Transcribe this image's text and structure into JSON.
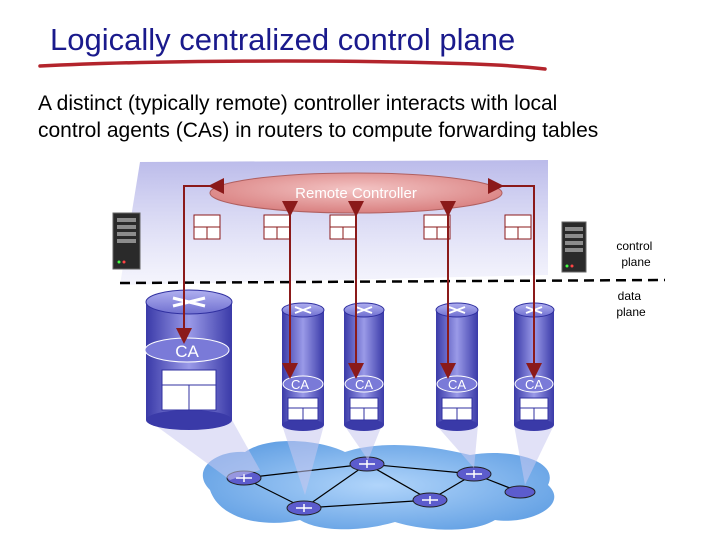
{
  "slide": {
    "title": "Logically centralized control plane",
    "subtitle_line1": "A distinct (typically remote) controller interacts with local",
    "subtitle_line2": "control agents (CAs) in routers to compute forwarding tables"
  },
  "diagram": {
    "controller_label": "Remote Controller",
    "control_plane_label_line1": "control",
    "control_plane_label_line2": "plane",
    "data_plane_label_line1": "data",
    "data_plane_label_line2": "plane",
    "agents": [
      "CA",
      "CA",
      "CA",
      "CA",
      "CA"
    ]
  },
  "colors": {
    "title": "#1a1a8c",
    "underline": "#b3242c",
    "controller_fill": "#e8a0a0",
    "arrow": "#8b1a1a",
    "router_body": "#5c5ccd",
    "network_cloud": "#6fa8e8",
    "control_band": "#c8c8f0"
  }
}
